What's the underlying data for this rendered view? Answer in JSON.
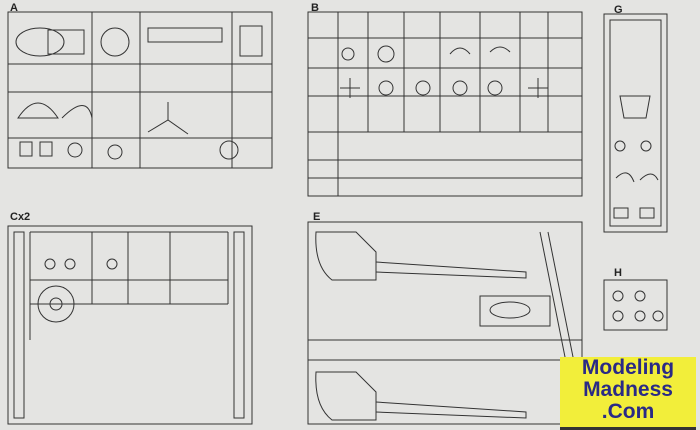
{
  "sprues": [
    {
      "label": "A"
    },
    {
      "label": "B"
    },
    {
      "label": "G"
    },
    {
      "label": "Cx2"
    },
    {
      "label": "E"
    },
    {
      "label": "H"
    }
  ],
  "watermark": {
    "line1": "Modeling",
    "line2": "Madness",
    "line3": ".Com"
  },
  "colors": {
    "background": "#e4e4e2",
    "line": "#333333",
    "logo_bg": "#f2ee3a",
    "logo_text": "#2a2a86"
  }
}
